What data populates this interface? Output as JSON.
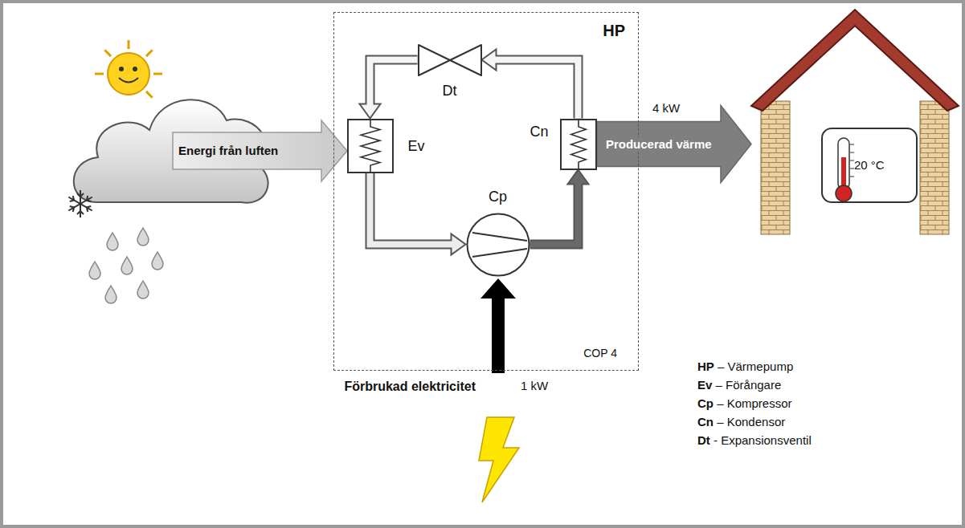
{
  "diagram": {
    "nodes": [
      {
        "text": [
          "HP",
          "COP 4"
        ]
      },
      {
        "text": [
          "Ev"
        ],
        "in": 0
      },
      {
        "text": [
          "Cp"
        ],
        "in": 0
      },
      {
        "text": [
          "Cn"
        ],
        "in": 0
      },
      {
        "text": [
          "Dt"
        ],
        "in": 0
      },
      {
        "text": [
          "20 °C"
        ]
      }
    ],
    "edges": [
      {
        "from": 1,
        "to": 2,
        "arrow": "to"
      },
      {
        "from": 2,
        "to": 3,
        "arrow": "to"
      },
      {
        "from": 3,
        "to": 4,
        "arrow": "to"
      },
      {
        "from": 4,
        "to": 1,
        "arrow": "to"
      },
      {
        "from": 3,
        "to": 5,
        "arrow": "to",
        "label": "Producerad värme"
      }
    ],
    "labels": [
      "Energi från luften",
      "4 kW",
      "Förbrukad elektricitet",
      "1 kW",
      "HP – Värmepump",
      "Ev – Förångare",
      "Cp – Kompressor",
      "Cn – Kondensor",
      "Dt - Expansionsventil"
    ]
  }
}
